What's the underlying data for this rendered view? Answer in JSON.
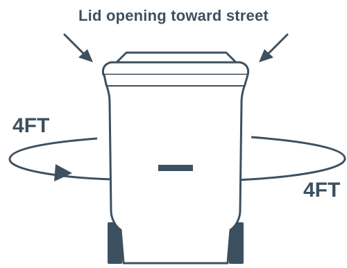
{
  "diagram": {
    "title": "Lid opening toward street",
    "dimension_left": "4FT",
    "dimension_right": "4FT",
    "colors": {
      "ink": "#3d5060",
      "background": "#ffffff"
    },
    "icons": [
      "trash-cart-icon",
      "arrow-down-right-icon",
      "arrow-down-left-icon",
      "clearance-ellipse-icon"
    ]
  }
}
